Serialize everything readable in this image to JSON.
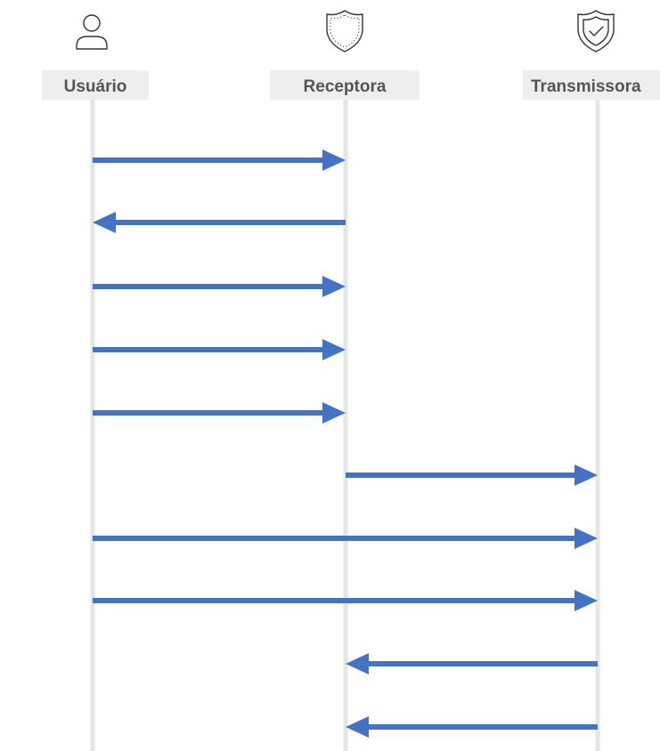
{
  "participants": [
    {
      "id": "usuario",
      "label": "Usuário",
      "icon": "user-icon"
    },
    {
      "id": "receptora",
      "label": "Receptora",
      "icon": "shield-icon"
    },
    {
      "id": "transmissora",
      "label": "Transmissora",
      "icon": "shield-check-icon"
    }
  ],
  "messages": [
    {
      "from": "usuario",
      "to": "receptora"
    },
    {
      "from": "receptora",
      "to": "usuario"
    },
    {
      "from": "usuario",
      "to": "receptora"
    },
    {
      "from": "usuario",
      "to": "receptora"
    },
    {
      "from": "usuario",
      "to": "receptora"
    },
    {
      "from": "receptora",
      "to": "transmissora"
    },
    {
      "from": "usuario",
      "to": "transmissora"
    },
    {
      "from": "usuario",
      "to": "transmissora"
    },
    {
      "from": "transmissora",
      "to": "receptora"
    },
    {
      "from": "transmissora",
      "to": "receptora"
    }
  ],
  "colors": {
    "arrow": "#4472c4",
    "lifeline": "#e7e6e6",
    "label_background": "#eeeeee",
    "label_text": "#555555"
  }
}
